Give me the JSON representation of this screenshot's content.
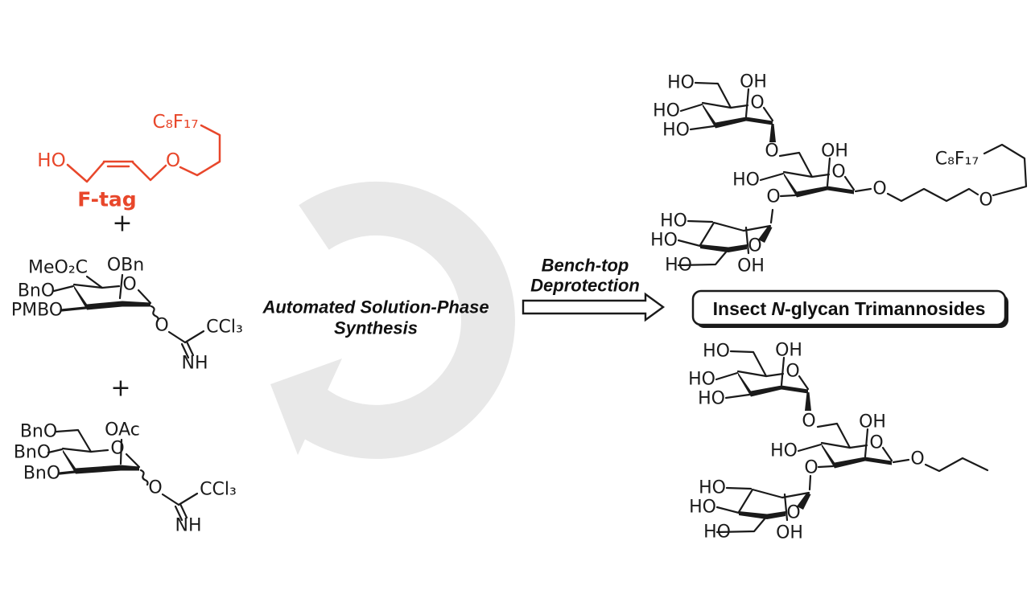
{
  "colors": {
    "ftag_red": "#e8472b",
    "cycle_gray": "#e8e8e8",
    "ink": "#1a1a1a"
  },
  "atoms": {
    "ho": "HO",
    "oh": "OH",
    "o": "O",
    "nh": "NH",
    "plus": "+"
  },
  "ftag": {
    "ho": "HO",
    "o": "O",
    "fluorous": "C₈F₁₇",
    "label": "F-tag"
  },
  "donor1": {
    "c6_group": "MeO₂C",
    "c2_group": "OBn",
    "c4_group": "BnO",
    "c3_group": "PMBO",
    "ring_o": "O",
    "anomeric_o": "O",
    "imidate": "CCl₃",
    "imine": "NH"
  },
  "donor2": {
    "c6_group": "BnO",
    "c2_group": "OAc",
    "c4_group": "BnO",
    "c3_group": "BnO",
    "ring_o": "O",
    "anomeric_o": "O",
    "imidate": "CCl₃",
    "imine": "NH"
  },
  "cycle_label": {
    "line1": "Automated Solution-Phase",
    "line2": "Synthesis"
  },
  "step_arrow": {
    "line1": "Bench-top",
    "line2": "Deprotection"
  },
  "product_box": {
    "prefix": "Insect ",
    "italic": "N",
    "suffix": "-glycan Trimannosides"
  },
  "product_top": {
    "fluorous": "C₈F₁₇"
  }
}
